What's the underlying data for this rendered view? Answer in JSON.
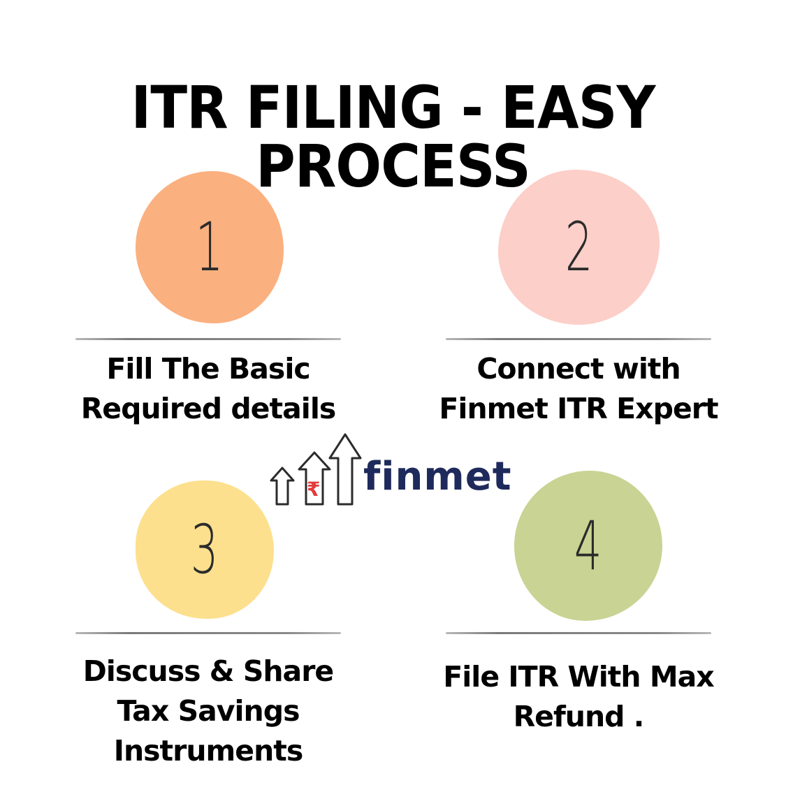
{
  "title": "ITR FILING - EASY PROCESS",
  "colors": {
    "step1": "#fbb07f",
    "step2": "#fccfc8",
    "step3": "#fde08d",
    "step4": "#c9d393",
    "logo_text": "#1f2a5c",
    "rupee": "#e23b3b"
  },
  "steps": [
    {
      "number": "1",
      "line1": "Fill The Basic",
      "line2": "Required details",
      "line3": ""
    },
    {
      "number": "2",
      "line1": "Connect with",
      "line2": "Finmet ITR Expert",
      "line3": ""
    },
    {
      "number": "3",
      "line1": "Discuss & Share",
      "line2": "Tax Savings",
      "line3": "Instruments"
    },
    {
      "number": "4",
      "line1": "File ITR With Max",
      "line2": "Refund .",
      "line3": ""
    }
  ],
  "logo": {
    "text": "finmet",
    "icon": "rising-arrows-rupee-icon",
    "rupee_symbol": "₹"
  }
}
